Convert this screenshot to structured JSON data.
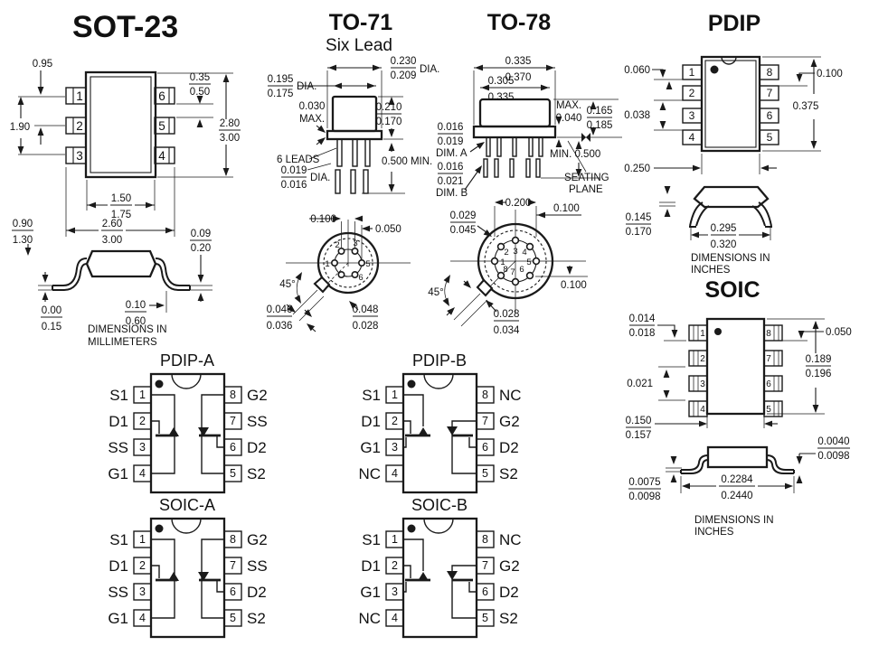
{
  "palette": {
    "ink": "#1a1a1a",
    "paper": "#ffffff"
  },
  "sot23": {
    "title": "SOT-23",
    "pins": {
      "left": [
        "1",
        "2",
        "3"
      ],
      "right": [
        "6",
        "5",
        "4"
      ]
    },
    "dims": {
      "lead_pitch": "0.95",
      "pin_span": "1.90",
      "lead_width": {
        "a": "0.35",
        "b": "0.50"
      },
      "body_height": {
        "a": "2.80",
        "b": "3.00"
      },
      "body_width": {
        "a": "1.50",
        "b": "1.75"
      },
      "overall_width": {
        "a": "2.60",
        "b": "3.00"
      },
      "overall_height": {
        "a": "0.90",
        "b": "1.30"
      },
      "lead_thickness": {
        "a": "0.09",
        "b": "0.20"
      },
      "standoff": {
        "a": "0.00",
        "b": "0.15"
      },
      "foot_length": {
        "a": "0.10",
        "b": "0.60"
      }
    },
    "note": [
      "DIMENSIONS IN",
      "MILLIMETERS"
    ]
  },
  "to71": {
    "title": "TO-71",
    "subtitle": "Six Lead",
    "pins": {
      "p1": "1",
      "p2": "2",
      "p3": "3",
      "p5": "5",
      "p6": "6"
    },
    "dims": {
      "cap_dia": {
        "a": "0.230",
        "b": "0.209",
        "suffix": "DIA."
      },
      "body_dia": {
        "a": "0.195",
        "b": "0.175",
        "suffix": "DIA."
      },
      "flange_max": [
        "0.030",
        "MAX."
      ],
      "cap_height": {
        "a": "0.210",
        "b": "0.170"
      },
      "leads_note": "6 LEADS",
      "lead_dia": {
        "a": "0.019",
        "b": "0.016",
        "suffix": "DIA."
      },
      "lead_length": "0.500 MIN.",
      "pin_pitch": "0.100",
      "pin_half_pitch": "0.050",
      "tab_angle": "45°",
      "tab_a": {
        "a": "0.046",
        "b": "0.036"
      },
      "tab_b": {
        "a": "0.048",
        "b": "0.028"
      }
    }
  },
  "to78": {
    "title": "TO-78",
    "pins": {
      "p1": "1",
      "p2": "2",
      "p3": "3",
      "p4": "4",
      "p5": "5",
      "p6": "6",
      "p7": "7",
      "p8": "8"
    },
    "dims": {
      "flange_dia": {
        "a": "0.335",
        "b": "0.370"
      },
      "cap_dia": {
        "a": "0.305",
        "b": "0.335"
      },
      "flange_max": [
        "MAX.",
        "0.040"
      ],
      "cap_height": {
        "a": "0.165",
        "b": "0.185"
      },
      "dim_a": {
        "a": "0.016",
        "b": "0.019",
        "label": "DIM. A"
      },
      "dim_b": {
        "a": "0.016",
        "b": "0.021",
        "label": "DIM. B"
      },
      "lead_length": "MIN. 0.500",
      "seating": [
        "SEATING",
        "PLANE"
      ],
      "pin_circle": "0.200",
      "pin_pitch_top": "0.100",
      "pin_pitch_right": "0.100",
      "pin_dia": {
        "a": "0.029",
        "b": "0.045"
      },
      "tab_angle": "45°",
      "tab_width": {
        "a": "0.028",
        "b": "0.034"
      }
    }
  },
  "pdip": {
    "title": "PDIP",
    "pins": {
      "left": [
        "1",
        "2",
        "3",
        "4"
      ],
      "right": [
        "8",
        "7",
        "6",
        "5"
      ]
    },
    "dims": {
      "lead_width": "0.060",
      "lead_gap": "0.038",
      "row_width": "0.250",
      "pitch": "0.100",
      "body_length": "0.375",
      "seating_height": {
        "a": "0.145",
        "b": "0.170"
      },
      "row_spacing": {
        "a": "0.295",
        "b": "0.320"
      }
    },
    "note": [
      "DIMENSIONS IN",
      "INCHES"
    ]
  },
  "soic": {
    "title": "SOIC",
    "pins": {
      "left": [
        "1",
        "2",
        "3",
        "4"
      ],
      "right": [
        "8",
        "7",
        "6",
        "5"
      ]
    },
    "dims": {
      "lead_width": {
        "a": "0.014",
        "b": "0.018"
      },
      "lead_gap": "0.021",
      "body_width": {
        "a": "0.150",
        "b": "0.157"
      },
      "pitch": "0.050",
      "body_length": {
        "a": "0.189",
        "b": "0.196"
      },
      "foot_thickness": {
        "a": "0.0040",
        "b": "0.0098"
      },
      "standoff": {
        "a": "0.0075",
        "b": "0.0098"
      },
      "span": {
        "a": "0.2284",
        "b": "0.2440"
      }
    },
    "note": [
      "DIMENSIONS IN",
      "INCHES"
    ]
  },
  "pinouts": {
    "pdip_a": {
      "title": "PDIP-A",
      "left_nums": [
        "1",
        "2",
        "3",
        "4"
      ],
      "right_nums": [
        "8",
        "7",
        "6",
        "5"
      ],
      "left_labels": [
        "S1",
        "D1",
        "SS",
        "G1"
      ],
      "right_labels": [
        "G2",
        "SS",
        "D2",
        "S2"
      ]
    },
    "pdip_b": {
      "title": "PDIP-B",
      "left_nums": [
        "1",
        "2",
        "3",
        "4"
      ],
      "right_nums": [
        "8",
        "7",
        "6",
        "5"
      ],
      "left_labels": [
        "S1",
        "D1",
        "G1",
        "NC"
      ],
      "right_labels": [
        "NC",
        "G2",
        "D2",
        "S2"
      ]
    },
    "soic_a": {
      "title": "SOIC-A",
      "left_nums": [
        "1",
        "2",
        "3",
        "4"
      ],
      "right_nums": [
        "8",
        "7",
        "6",
        "5"
      ],
      "left_labels": [
        "S1",
        "D1",
        "SS",
        "G1"
      ],
      "right_labels": [
        "G2",
        "SS",
        "D2",
        "S2"
      ]
    },
    "soic_b": {
      "title": "SOIC-B",
      "left_nums": [
        "1",
        "2",
        "3",
        "4"
      ],
      "right_nums": [
        "8",
        "7",
        "6",
        "5"
      ],
      "left_labels": [
        "S1",
        "D1",
        "G1",
        "NC"
      ],
      "right_labels": [
        "NC",
        "G2",
        "D2",
        "S2"
      ]
    }
  }
}
